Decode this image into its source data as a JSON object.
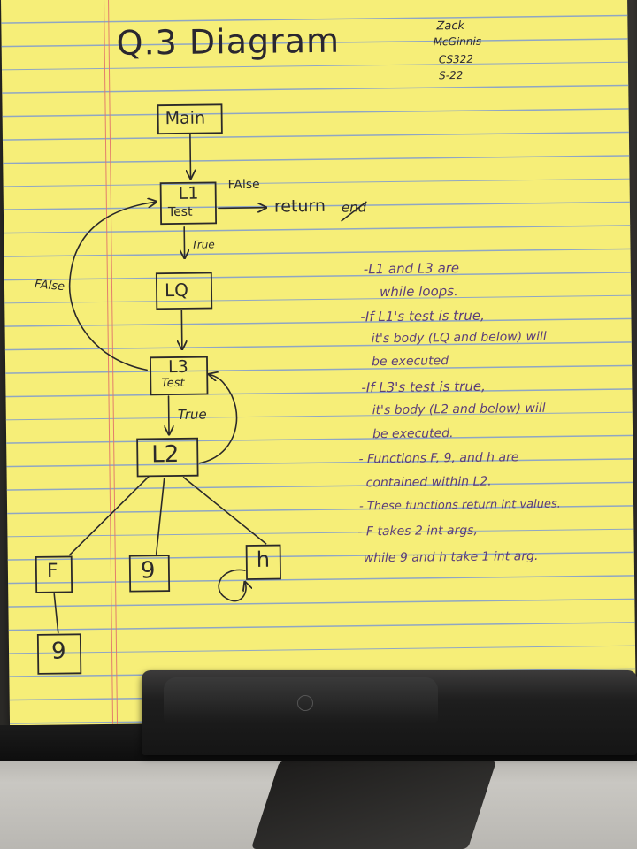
{
  "title": "Q.3 Diagram",
  "author": {
    "name": "Zack",
    "surname": "McGinnis",
    "course": "CS322",
    "term": "S-22"
  },
  "flowchart": {
    "nodes": {
      "main": "Main",
      "l1_name": "L1",
      "l1_test": "Test",
      "lq": "LQ",
      "l3_name": "L3",
      "l3_test": "Test",
      "l2": "L2",
      "f": "F",
      "g": "9",
      "h": "h",
      "g_child": "9",
      "return_end_a": "return",
      "return_end_b": "end"
    },
    "edge_labels": {
      "l1_false": "FAlse",
      "l1_true": "True",
      "l3_false": "FAlse",
      "l3_true": "True"
    }
  },
  "notes": [
    "-L1 and L3 are",
    "while loops.",
    "-If L1's test is true,",
    "it's body (LQ and below) will",
    "be executed",
    "-If L3's test is true,",
    "it's body (L2 and below) will",
    "be executed.",
    "- Functions F, 9, and h are",
    "contained within L2.",
    "- These functions return int values.",
    "- F takes 2 int args,",
    "while 9 and h take 1 int arg."
  ],
  "colors": {
    "paper": "#f6ee78",
    "rule_lines": "#8fa6c4",
    "margin_line": "#e2776a",
    "pencil": "#2c2a2a",
    "notes_ink": "#5b3e7a"
  }
}
